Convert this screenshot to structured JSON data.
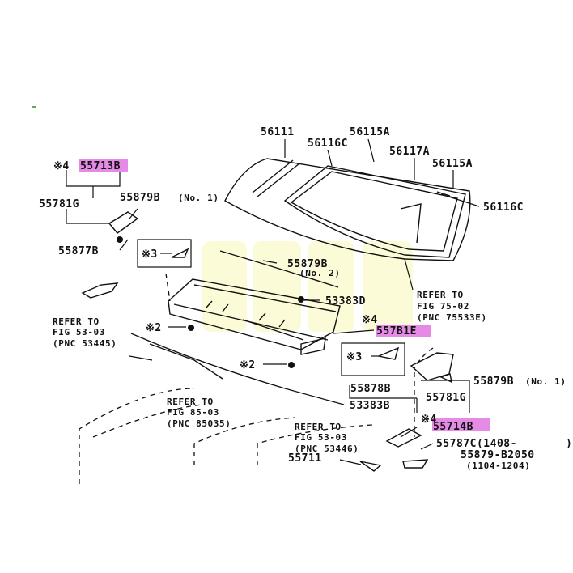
{
  "labels": {
    "p56111": "56111",
    "p56115a_top": "56115A",
    "p56116c_top": "56116C",
    "p56117a": "56117A",
    "p56115a_right": "56115A",
    "p56116c_right": "56116C",
    "mark4_left": "※4",
    "p55713b": "55713B",
    "p55781g_left": "55781G",
    "p55879b_no1_left": "55879B",
    "no1_left": "(No. 1)",
    "p55877b": "55877B",
    "mark3_left": "※3",
    "p55879b_no2": "55879B",
    "no2": "(No. 2)",
    "p53383d": "53383D",
    "refer_75_line1": "REFER TO",
    "refer_75_line2": "FIG 75-02",
    "refer_75_line3": "(PNC 75533E)",
    "refer_53a_line1": "REFER TO",
    "refer_53a_line2": "FIG 53-03",
    "refer_53a_line3": "(PNC 53445)",
    "mark2_a": "※2",
    "mark4_mid": "※4",
    "p557b1e": "557B1E",
    "mark3_right": "※3",
    "mark2_b": "※2",
    "p55878b": "55878B",
    "p55879b_no1_right": "55879B",
    "no1_right": "(No. 1)",
    "p55781g_right": "55781G",
    "p53383b": "53383B",
    "refer_85_line1": "REFER TO",
    "refer_85_line2": "FIG 85-03",
    "refer_85_line3": "(PNC 85035)",
    "mark4_bottom": "※4",
    "p55714b": "55714B",
    "refer_53b_line1": "REFER TO",
    "refer_53b_line2": "FIG 53-03",
    "refer_53b_line3": "(PNC 53446)",
    "p55787c": "55787C(1408-",
    "p55787c_close": ")",
    "p55879_b2050": "55879-B2050",
    "p55879_b2050_dates": "(1104-1204)",
    "p55711": "55711"
  },
  "colors": {
    "highlight": "#e58be6",
    "ink": "#111111",
    "watermark": "#fbfbd8"
  }
}
